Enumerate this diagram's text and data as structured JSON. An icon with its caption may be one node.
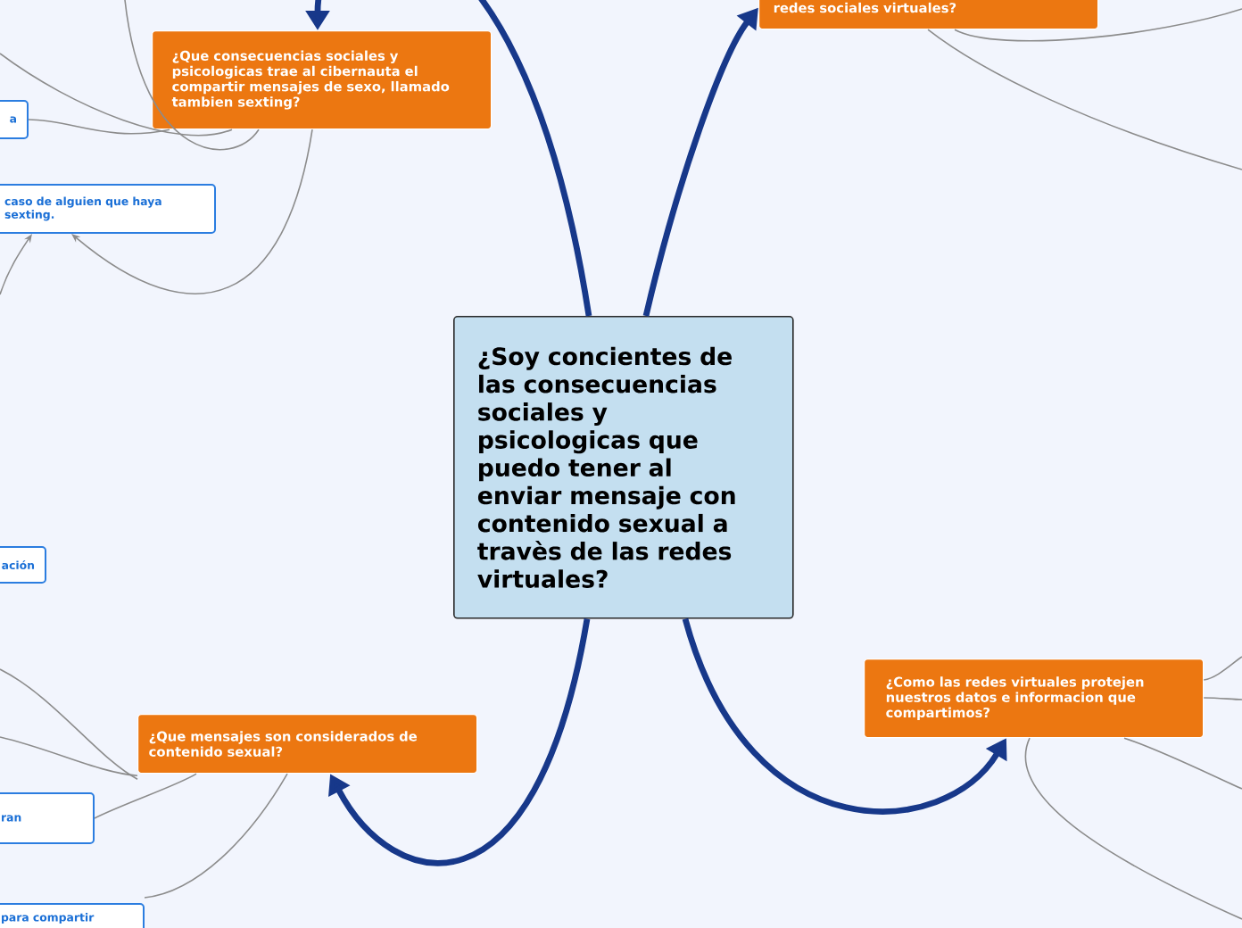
{
  "diagram": {
    "nodes": [
      {
        "text": [
          "¿Soy concientes de las consecuencias sociales y psicologicas que puedo tener al enviar mensaje con contenido sexual a travès de las redes virtuales?"
        ]
      },
      {
        "text": [
          "redes sociales virtuales?"
        ]
      },
      {
        "text": [
          "¿Que consecuencias sociales y psicologicas trae al cibernauta el compartir mensajes de sexo, llamado tambien sexting?"
        ]
      },
      {
        "text": [
          "a"
        ]
      },
      {
        "text": [
          "caso de alguien que haya sexting."
        ]
      },
      {
        "text": [
          "ación"
        ]
      },
      {
        "text": [
          "¿Que mensajes son considerados de contenido sexual?"
        ]
      },
      {
        "text": [
          "ran"
        ]
      },
      {
        "text": [
          "para compartir"
        ]
      },
      {
        "text": [
          "¿Como las redes virtuales protejen nuestros datos e informacion que compartimos?"
        ]
      }
    ],
    "edges": [
      {
        "from": 0,
        "to": 2,
        "arrow": "to",
        "style": "thick",
        "color": "#17388a"
      },
      {
        "from": 0,
        "to": 1,
        "arrow": "to",
        "style": "thick",
        "color": "#17388a"
      },
      {
        "from": 0,
        "to": 6,
        "arrow": "to",
        "style": "thick",
        "color": "#17388a"
      },
      {
        "from": 0,
        "to": 9,
        "arrow": "to",
        "style": "thick",
        "color": "#17388a"
      },
      {
        "from": 2,
        "to": 3,
        "arrow": "none"
      },
      {
        "from": 2,
        "to": 4,
        "arrow": "to"
      },
      {
        "from": null,
        "to": 4,
        "arrow": "to"
      },
      {
        "from": null,
        "to": 2,
        "arrow": "none"
      },
      {
        "from": null,
        "to": 2,
        "arrow": "none"
      },
      {
        "from": 6,
        "to": 7,
        "arrow": "none"
      },
      {
        "from": 6,
        "to": 8,
        "arrow": "none"
      },
      {
        "from": null,
        "to": 6,
        "arrow": "none"
      },
      {
        "from": null,
        "to": 6,
        "arrow": "none"
      },
      {
        "from": 9,
        "to": null,
        "arrow": "none"
      },
      {
        "from": 9,
        "to": null,
        "arrow": "none"
      },
      {
        "from": 9,
        "to": null,
        "arrow": "none"
      },
      {
        "from": 9,
        "to": null,
        "arrow": "none"
      },
      {
        "from": 1,
        "to": null,
        "arrow": "none"
      },
      {
        "from": 1,
        "to": null,
        "arrow": "none"
      }
    ]
  }
}
